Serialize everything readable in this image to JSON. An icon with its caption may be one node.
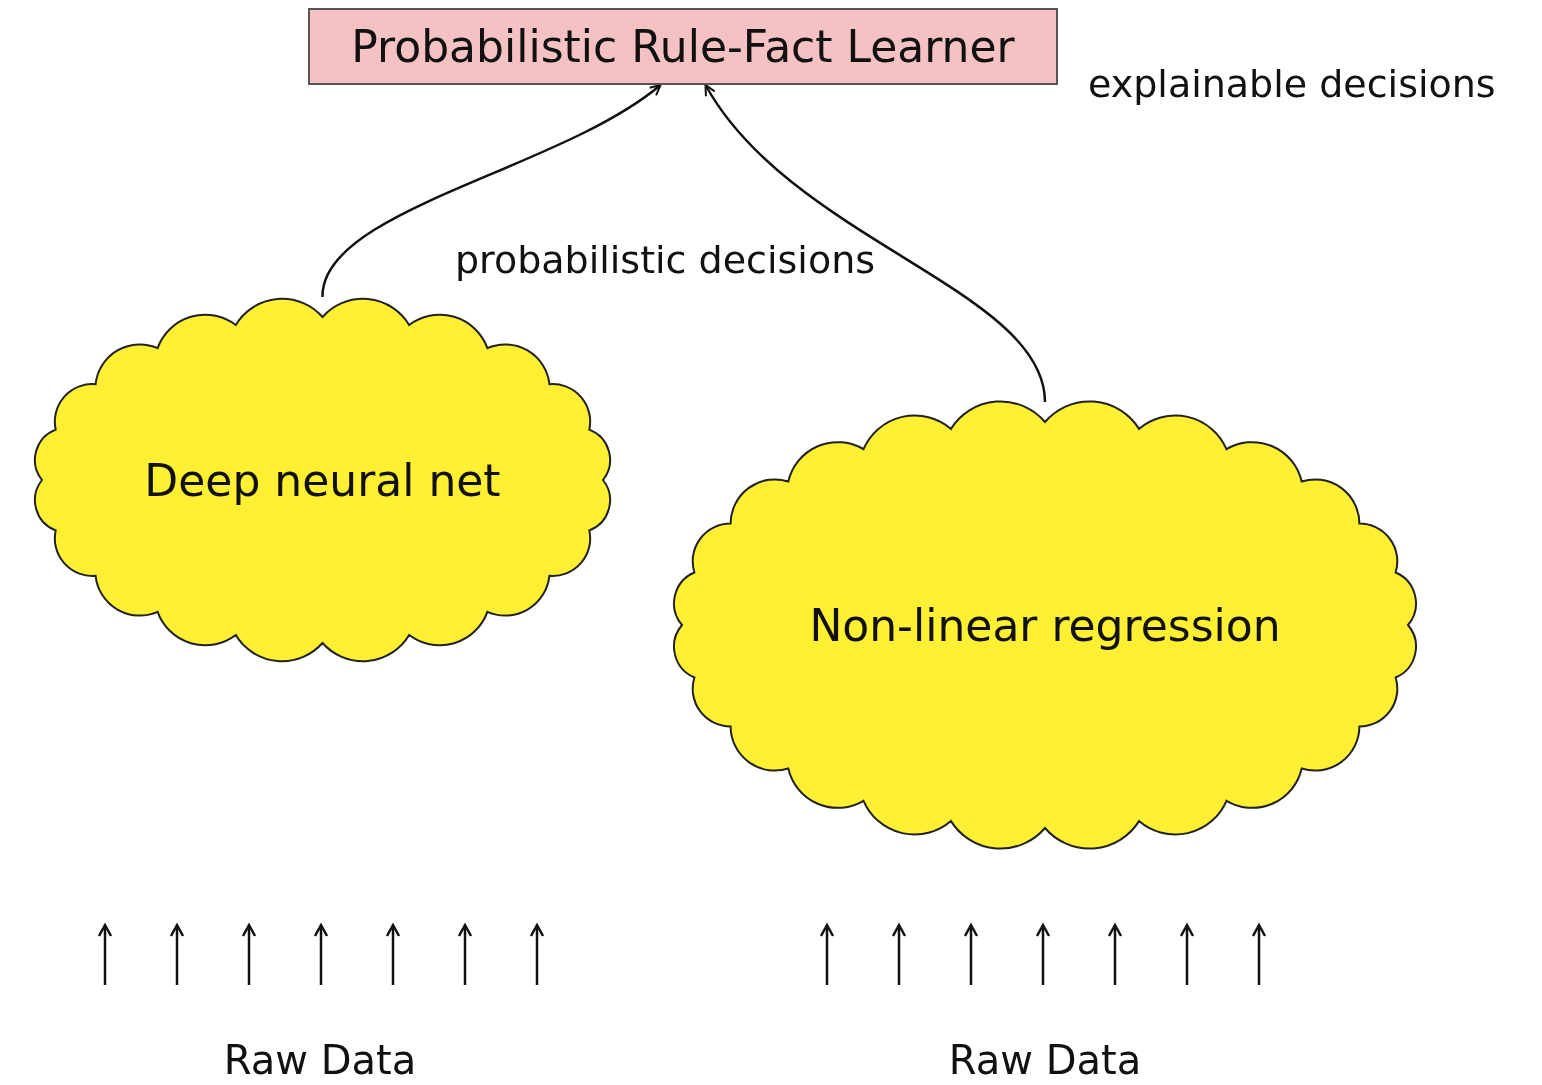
{
  "diagram": {
    "nodes": [
      {
        "text": [
          "Probabilistic Rule-Fact Learner"
        ]
      },
      {
        "text": [
          "Deep neural net"
        ]
      },
      {
        "text": [
          "Non-linear regression"
        ]
      },
      {
        "text": [
          "Raw Data"
        ]
      },
      {
        "text": [
          "Raw Data"
        ]
      }
    ],
    "edges": [
      {
        "from": 1,
        "to": 0,
        "arrow": "to"
      },
      {
        "from": 2,
        "to": 0,
        "arrow": "to"
      }
    ],
    "labels": [
      "explainable decisions",
      "probabilistic decisions"
    ]
  }
}
